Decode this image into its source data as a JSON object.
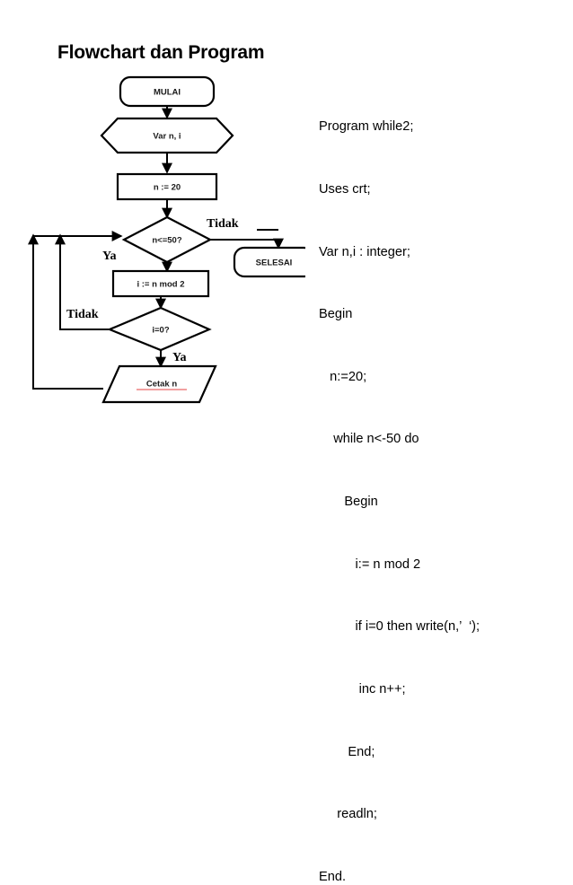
{
  "slide": {
    "title": "Flowchart dan Program",
    "background": "#ffffff",
    "ink": "#000000"
  },
  "flowchart": {
    "nodes": [
      {
        "id": "start",
        "shape": "rounded-rectangle",
        "label": "MULAI"
      },
      {
        "id": "declare",
        "shape": "hexagon",
        "label": "Var  n, i"
      },
      {
        "id": "init",
        "shape": "rectangle",
        "label": "n := 20"
      },
      {
        "id": "cond1",
        "shape": "diamond",
        "label": "n<=50?"
      },
      {
        "id": "assign",
        "shape": "rectangle",
        "label": "i := n mod 2"
      },
      {
        "id": "cond2",
        "shape": "diamond",
        "label": "i=0?"
      },
      {
        "id": "print",
        "shape": "parallelogram",
        "label": "Cetak n"
      },
      {
        "id": "end",
        "shape": "rounded-rectangle",
        "label": "SELESAI"
      }
    ],
    "branch_labels": [
      {
        "id": "cond1-no",
        "text": "Tidak"
      },
      {
        "id": "cond1-yes",
        "text": "Ya"
      },
      {
        "id": "cond2-no",
        "text": "Tidak"
      },
      {
        "id": "cond2-yes",
        "text": "Ya"
      }
    ]
  },
  "program": {
    "lines": [
      "Program while2;",
      "Uses crt;",
      "Var n,i : integer;",
      "Begin",
      "   n:=20;",
      "    while n<-50 do",
      "       Begin",
      "          i:= n mod 2",
      "          if i=0 then write(n,’  ‘);",
      "           inc n++;",
      "        End;",
      "     readln;",
      "End."
    ]
  }
}
